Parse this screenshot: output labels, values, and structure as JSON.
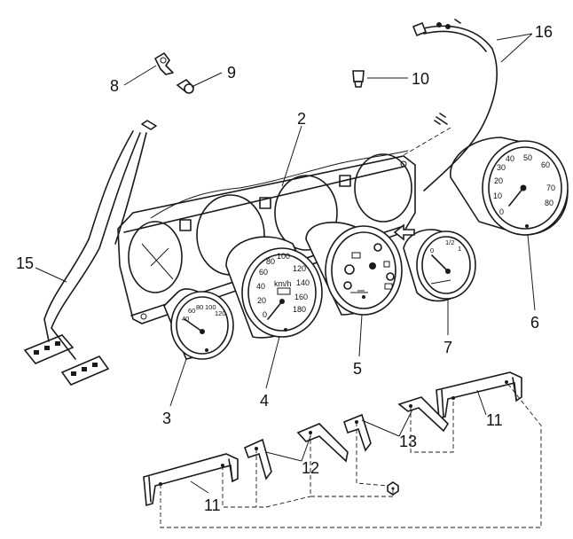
{
  "callouts": {
    "c2": "2",
    "c3": "3",
    "c4": "4",
    "c5": "5",
    "c6": "6",
    "c7": "7",
    "c8": "8",
    "c9": "9",
    "c10": "10",
    "c11a": "11",
    "c11b": "11",
    "c12": "12",
    "c13": "13",
    "c15": "15",
    "c16": "16"
  },
  "speedo": {
    "unit": "km/h",
    "ticks": [
      "0",
      "20",
      "40",
      "60",
      "80",
      "100",
      "120",
      "140",
      "160",
      "180"
    ]
  },
  "tacho": {
    "ticks": [
      "0",
      "10",
      "20",
      "30",
      "40",
      "50",
      "60",
      "70",
      "80"
    ]
  },
  "temp_gauge": {
    "ticks": [
      "40",
      "60",
      "80",
      "100",
      "120"
    ]
  },
  "fuel_gauge": {
    "labels": [
      "0",
      "1/2",
      "1"
    ]
  }
}
